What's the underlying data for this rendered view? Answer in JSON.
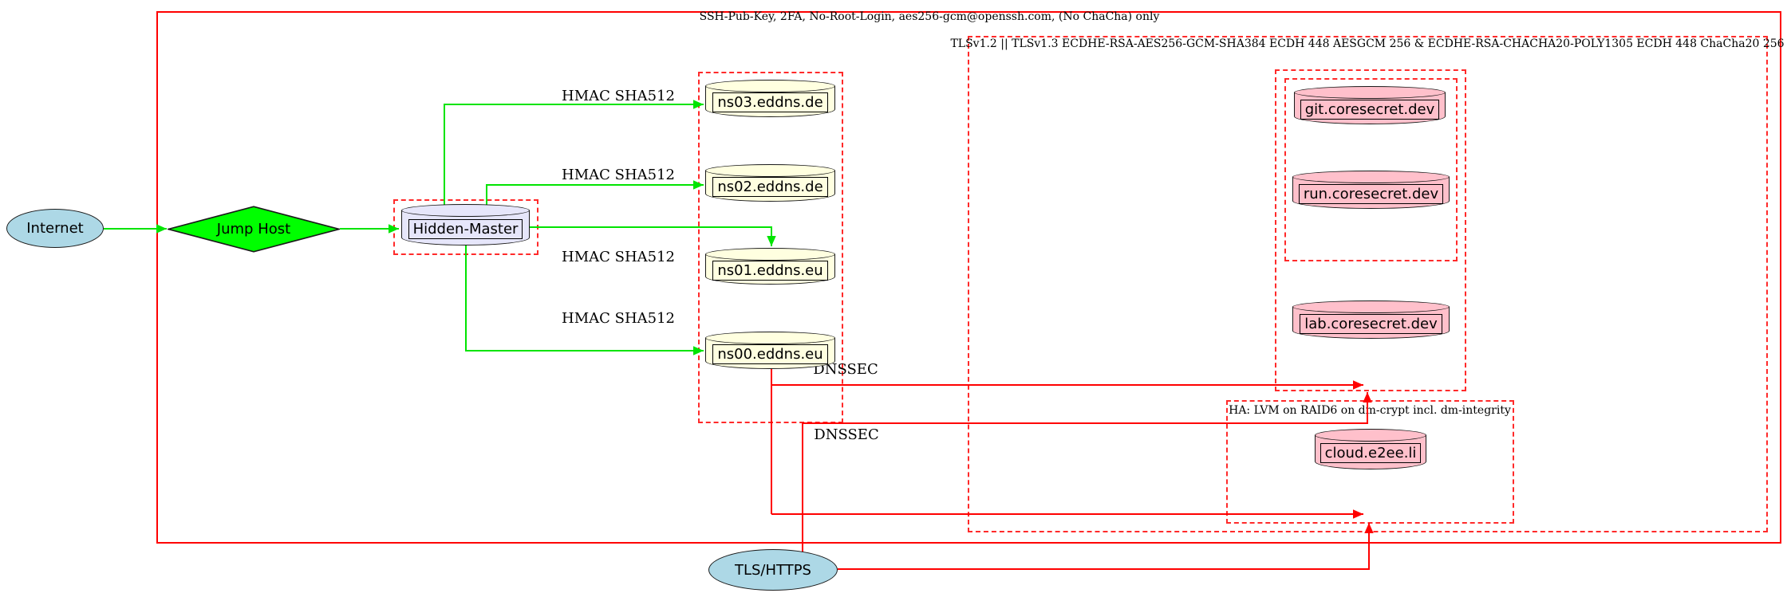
{
  "clusters": {
    "ssh": {
      "label": "SSH-Pub-Key, 2FA, No-Root-Login, aes256-gcm@openssh.com, (No ChaCha) only"
    },
    "tls": {
      "label": "TLSv1.2 || TLSv1.3 ECDHE-RSA-AES256-GCM-SHA384 ECDH 448 AESGCM 256 & ECDHE-RSA-CHACHA20-POLY1305 ECDH 448 ChaCha20 256"
    },
    "ha": {
      "label": "HA: LVM on RAID6 on dm-crypt incl. dm-integrity"
    }
  },
  "nodes": {
    "internet": {
      "label": "Internet",
      "shape": "ellipse",
      "fill": "#add8e6"
    },
    "jump_host": {
      "label": "Jump Host",
      "shape": "diamond",
      "fill": "#00ff00"
    },
    "hidden_master": {
      "label": "Hidden-Master",
      "shape": "cylinder",
      "fill": "#e6e6fa"
    },
    "ns03": {
      "label": "ns03.eddns.de",
      "shape": "cylinder",
      "fill": "#ffffe0"
    },
    "ns02": {
      "label": "ns02.eddns.de",
      "shape": "cylinder",
      "fill": "#ffffe0"
    },
    "ns01": {
      "label": "ns01.eddns.eu",
      "shape": "cylinder",
      "fill": "#ffffe0"
    },
    "ns00": {
      "label": "ns00.eddns.eu",
      "shape": "cylinder",
      "fill": "#ffffe0"
    },
    "git": {
      "label": "git.coresecret.dev",
      "shape": "cylinder",
      "fill": "#ffc0cb"
    },
    "run": {
      "label": "run.coresecret.dev",
      "shape": "cylinder",
      "fill": "#ffc0cb"
    },
    "lab": {
      "label": "lab.coresecret.dev",
      "shape": "cylinder",
      "fill": "#ffc0cb"
    },
    "cloud": {
      "label": "cloud.e2ee.li",
      "shape": "cylinder",
      "fill": "#ffc0cb"
    },
    "tls_https": {
      "label": "TLS/HTTPS",
      "shape": "ellipse",
      "fill": "#add8e6"
    }
  },
  "edge_labels": {
    "hmac_sha512": "HMAC SHA512",
    "dnssec": "DNSSEC"
  },
  "edges": [
    {
      "from": "internet",
      "to": "jump_host",
      "color": "#00e400",
      "label": ""
    },
    {
      "from": "jump_host",
      "to": "hidden_master",
      "color": "#00e400",
      "label": ""
    },
    {
      "from": "hidden_master",
      "to": "ns03",
      "color": "#00e400",
      "label": "HMAC SHA512"
    },
    {
      "from": "hidden_master",
      "to": "ns02",
      "color": "#00e400",
      "label": "HMAC SHA512"
    },
    {
      "from": "hidden_master",
      "to": "ns01",
      "color": "#00e400",
      "label": "HMAC SHA512"
    },
    {
      "from": "hidden_master",
      "to": "ns00",
      "color": "#00e400",
      "label": "HMAC SHA512"
    },
    {
      "from": "ns00",
      "to": "coresecret-zone",
      "color": "#ff0000",
      "label": "DNSSEC"
    },
    {
      "from": "ns00",
      "to": "ha-zone",
      "color": "#ff0000",
      "label": "DNSSEC"
    },
    {
      "from": "tls_https",
      "to": "coresecret-zone",
      "color": "#ff0000",
      "label": ""
    },
    {
      "from": "tls_https",
      "to": "ha-zone",
      "color": "#ff0000",
      "label": ""
    }
  ],
  "colors": {
    "secure_green": "#00e400",
    "alert_red": "#ff0000"
  }
}
